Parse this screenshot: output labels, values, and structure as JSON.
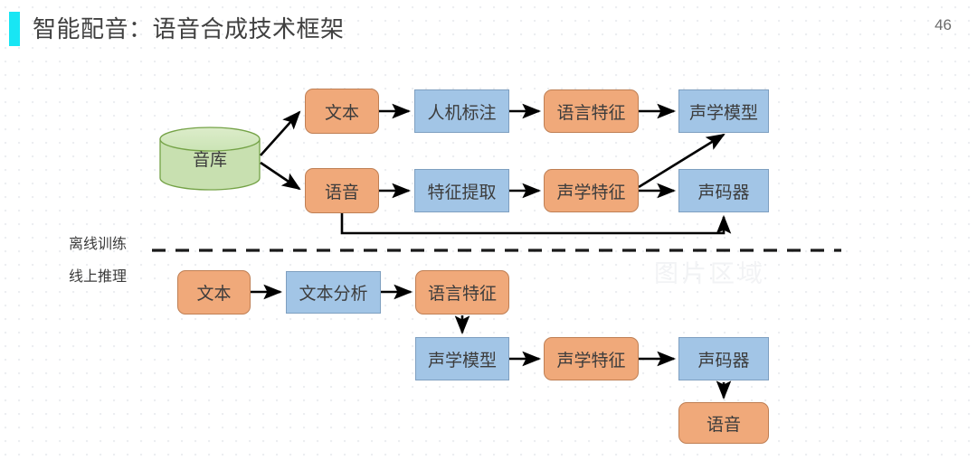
{
  "slide": {
    "title": "智能配音：语音合成技术框架",
    "page_number": "46",
    "accent_color": "#18e6f4",
    "watermark": "图片区域",
    "background": "#ffffff"
  },
  "palette": {
    "orange_fill": "#f0a97a",
    "orange_border": "#bf7f54",
    "blue_fill": "#a2c5e6",
    "blue_border": "#7e9fc0",
    "green_fill": "#c8e0b0",
    "green_border": "#74a246",
    "arrow": "#000000",
    "text": "#3c3c3c"
  },
  "phases": {
    "offline_label": "离线训练",
    "online_label": "线上推理"
  },
  "nodes": {
    "corpus": "音库",
    "train_text": "文本",
    "train_speech": "语音",
    "human_annotation": "人机标注",
    "feature_extraction": "特征提取",
    "train_linguistic_features": "语言特征",
    "train_acoustic_features": "声学特征",
    "train_acoustic_model": "声学模型",
    "train_vocoder": "声码器",
    "infer_text": "文本",
    "text_analysis": "文本分析",
    "infer_linguistic_features": "语言特征",
    "infer_acoustic_model": "声学模型",
    "infer_acoustic_features": "声学特征",
    "infer_vocoder": "声码器",
    "infer_speech": "语音"
  },
  "chart_data": {
    "type": "diagram",
    "title": "智能配音：语音合成技术框架",
    "sections": [
      {
        "name": "离线训练",
        "nodes": [
          {
            "id": "corpus",
            "label": "音库",
            "shape": "cylinder",
            "color": "green"
          },
          {
            "id": "train_text",
            "label": "文本",
            "shape": "rounded-rect",
            "color": "orange"
          },
          {
            "id": "train_speech",
            "label": "语音",
            "shape": "rounded-rect",
            "color": "orange"
          },
          {
            "id": "human_annotation",
            "label": "人机标注",
            "shape": "rect",
            "color": "blue"
          },
          {
            "id": "feature_extraction",
            "label": "特征提取",
            "shape": "rect",
            "color": "blue"
          },
          {
            "id": "train_linguistic_features",
            "label": "语言特征",
            "shape": "rounded-rect",
            "color": "orange"
          },
          {
            "id": "train_acoustic_features",
            "label": "声学特征",
            "shape": "rounded-rect",
            "color": "orange"
          },
          {
            "id": "train_acoustic_model",
            "label": "声学模型",
            "shape": "rect",
            "color": "blue"
          },
          {
            "id": "train_vocoder",
            "label": "声码器",
            "shape": "rect",
            "color": "blue"
          }
        ],
        "edges": [
          {
            "from": "corpus",
            "to": "train_text"
          },
          {
            "from": "corpus",
            "to": "train_speech"
          },
          {
            "from": "train_text",
            "to": "human_annotation"
          },
          {
            "from": "human_annotation",
            "to": "train_linguistic_features"
          },
          {
            "from": "train_linguistic_features",
            "to": "train_acoustic_model"
          },
          {
            "from": "train_speech",
            "to": "feature_extraction"
          },
          {
            "from": "feature_extraction",
            "to": "train_acoustic_features"
          },
          {
            "from": "train_acoustic_features",
            "to": "train_vocoder"
          },
          {
            "from": "train_acoustic_features",
            "to": "train_acoustic_model"
          },
          {
            "from": "train_speech",
            "to": "train_vocoder"
          }
        ]
      },
      {
        "name": "线上推理",
        "nodes": [
          {
            "id": "infer_text",
            "label": "文本",
            "shape": "rounded-rect",
            "color": "orange"
          },
          {
            "id": "text_analysis",
            "label": "文本分析",
            "shape": "rect",
            "color": "blue"
          },
          {
            "id": "infer_linguistic_features",
            "label": "语言特征",
            "shape": "rounded-rect",
            "color": "orange"
          },
          {
            "id": "infer_acoustic_model",
            "label": "声学模型",
            "shape": "rect",
            "color": "blue"
          },
          {
            "id": "infer_acoustic_features",
            "label": "声学特征",
            "shape": "rounded-rect",
            "color": "orange"
          },
          {
            "id": "infer_vocoder",
            "label": "声码器",
            "shape": "rect",
            "color": "blue"
          },
          {
            "id": "infer_speech",
            "label": "语音",
            "shape": "rounded-rect",
            "color": "orange"
          }
        ],
        "edges": [
          {
            "from": "infer_text",
            "to": "text_analysis"
          },
          {
            "from": "text_analysis",
            "to": "infer_linguistic_features"
          },
          {
            "from": "infer_linguistic_features",
            "to": "infer_acoustic_model"
          },
          {
            "from": "infer_acoustic_model",
            "to": "infer_acoustic_features"
          },
          {
            "from": "infer_acoustic_features",
            "to": "infer_vocoder"
          },
          {
            "from": "infer_vocoder",
            "to": "infer_speech"
          }
        ]
      }
    ],
    "divider": {
      "style": "dashed",
      "separates": [
        "离线训练",
        "线上推理"
      ]
    }
  }
}
